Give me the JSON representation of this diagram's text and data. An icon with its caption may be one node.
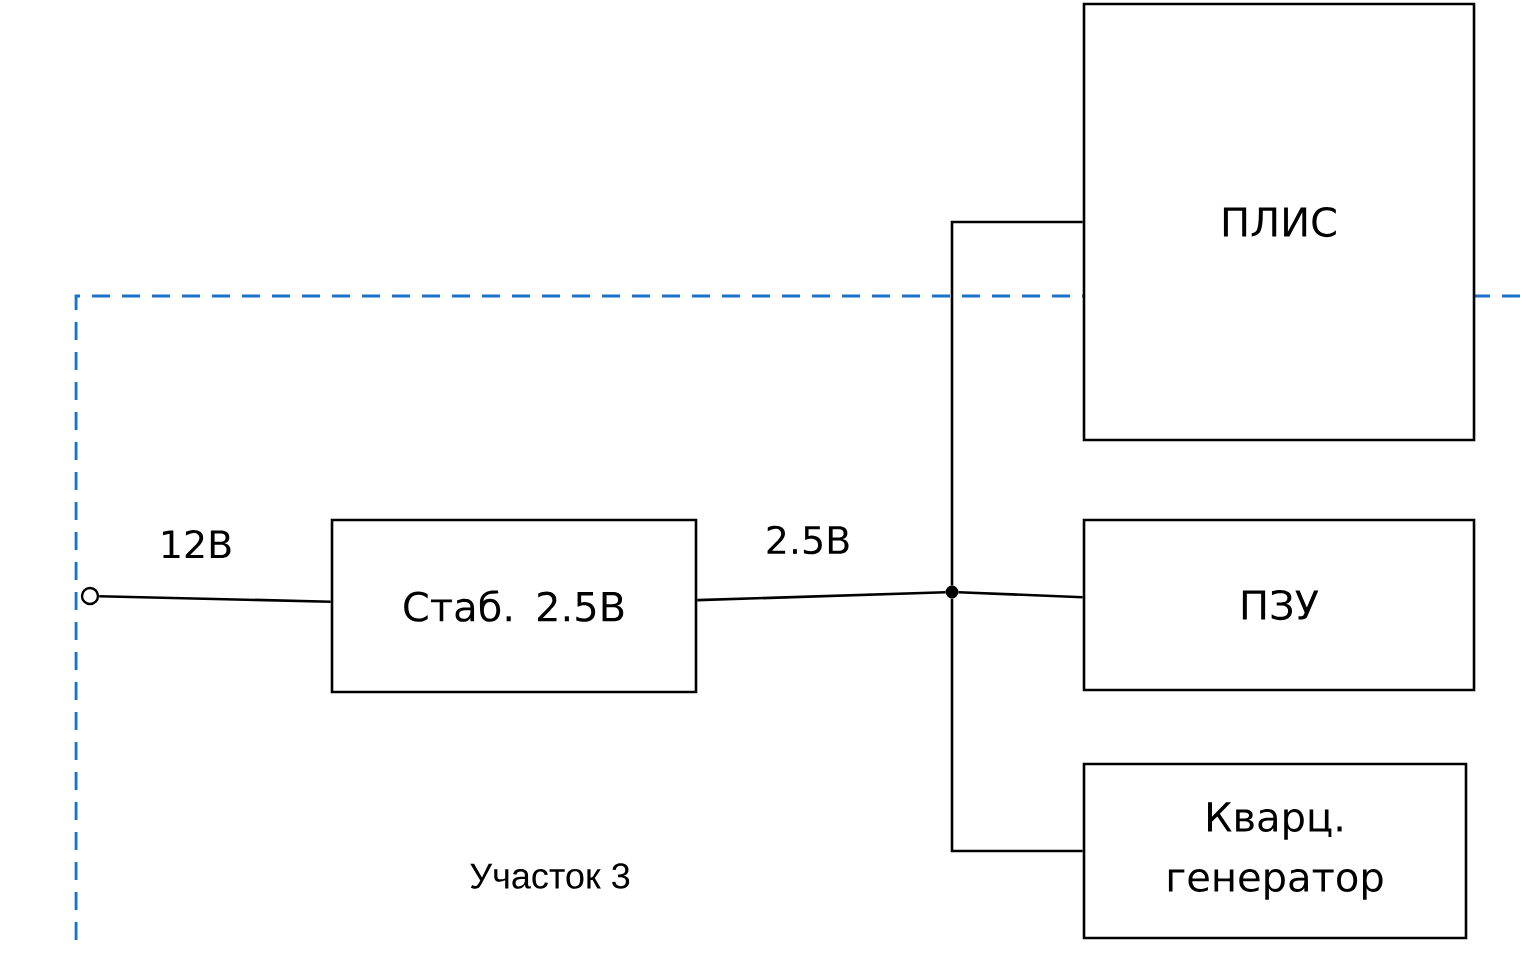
{
  "diagram": {
    "nodes": [
      {
        "text": [],
        "shape": "circle"
      },
      {
        "text": [
          "Стаб. 2.5В"
        ]
      },
      {
        "text": [],
        "shape": "circle"
      },
      {
        "text": [
          "ПЛИС"
        ]
      },
      {
        "text": [
          "ПЗУ"
        ]
      },
      {
        "text": [
          "Кварц. генератор"
        ]
      }
    ],
    "edges": [
      {
        "from": 0,
        "to": 1,
        "arrow": "none",
        "label": "12В"
      },
      {
        "from": 1,
        "to": 2,
        "arrow": "none",
        "label": "2.5В"
      },
      {
        "from": 2,
        "to": 3,
        "arrow": "none"
      },
      {
        "from": 2,
        "to": 4,
        "arrow": "none"
      },
      {
        "from": 2,
        "to": 5,
        "arrow": "none"
      }
    ],
    "labels": [
      "Участок 3"
    ]
  }
}
